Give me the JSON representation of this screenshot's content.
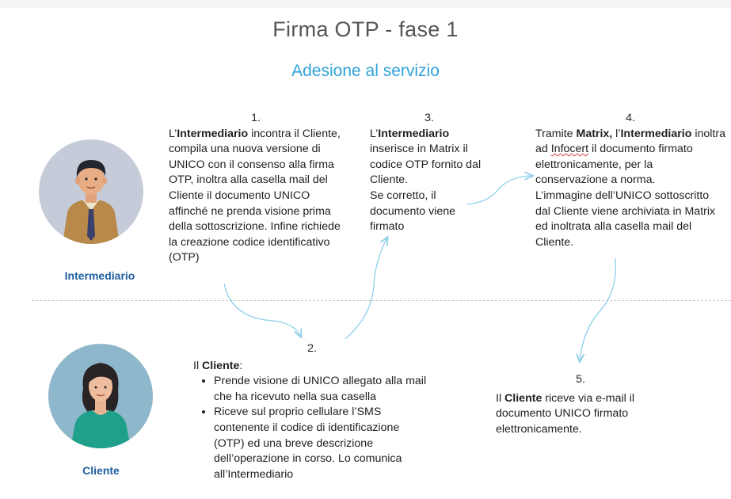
{
  "title": "Firma OTP - fase 1",
  "subtitle": "Adesione al servizio",
  "roles": {
    "intermediario": "Intermediario",
    "cliente": "Cliente"
  },
  "steps": {
    "s1": {
      "num": "1.",
      "t1": "L’",
      "b1": "Intermediario",
      "t2": " incontra il Cliente, compila una nuova versione di UNICO con il consenso alla firma OTP, inoltra alla casella mail del Cliente il documento UNICO affinché ne prenda visione prima della sottoscrizione. Infine richiede la creazione codice identificativo (OTP)"
    },
    "s2": {
      "num": "2.",
      "t1": "Il ",
      "b1": "Cliente",
      "t2": ":",
      "bullet1": "Prende visione di UNICO allegato alla mail che ha ricevuto nella sua casella",
      "bullet2": "Riceve sul proprio cellulare l’SMS contenente il codice di identificazione (OTP) ed una breve descrizione dell’operazione in corso. Lo comunica all’Intermediario"
    },
    "s3": {
      "num": "3.",
      "t1": "L’",
      "b1": "Intermediario",
      "t2": " inserisce in Matrix il codice OTP fornito dal Cliente.",
      "t3": "Se corretto, il documento viene firmato"
    },
    "s4": {
      "num": "4.",
      "t1": "Tramite ",
      "b1": "Matrix,",
      "t2": " l’",
      "b2": "Intermediario",
      "t3": " inoltra ad ",
      "u1": "Infocert",
      "t4": " il documento firmato elettronicamente, per la conservazione a norma.",
      "t5": "L’immagine dell’UNICO sottoscritto dal Cliente viene archiviata in Matrix ed inoltrata alla casella mail del Cliente."
    },
    "s5": {
      "num": "5.",
      "t1": "Il ",
      "b1": "Cliente",
      "t2": " riceve via e-mail il documento UNICO firmato elettronicamente."
    }
  },
  "colors": {
    "title": "#555555",
    "subtitle": "#2ea3d8",
    "role_label": "#1f5fa0",
    "arrow": "#8fd0ea",
    "avatar_top": "#c5cbd8",
    "avatar_bottom": "#8fb7cc"
  }
}
